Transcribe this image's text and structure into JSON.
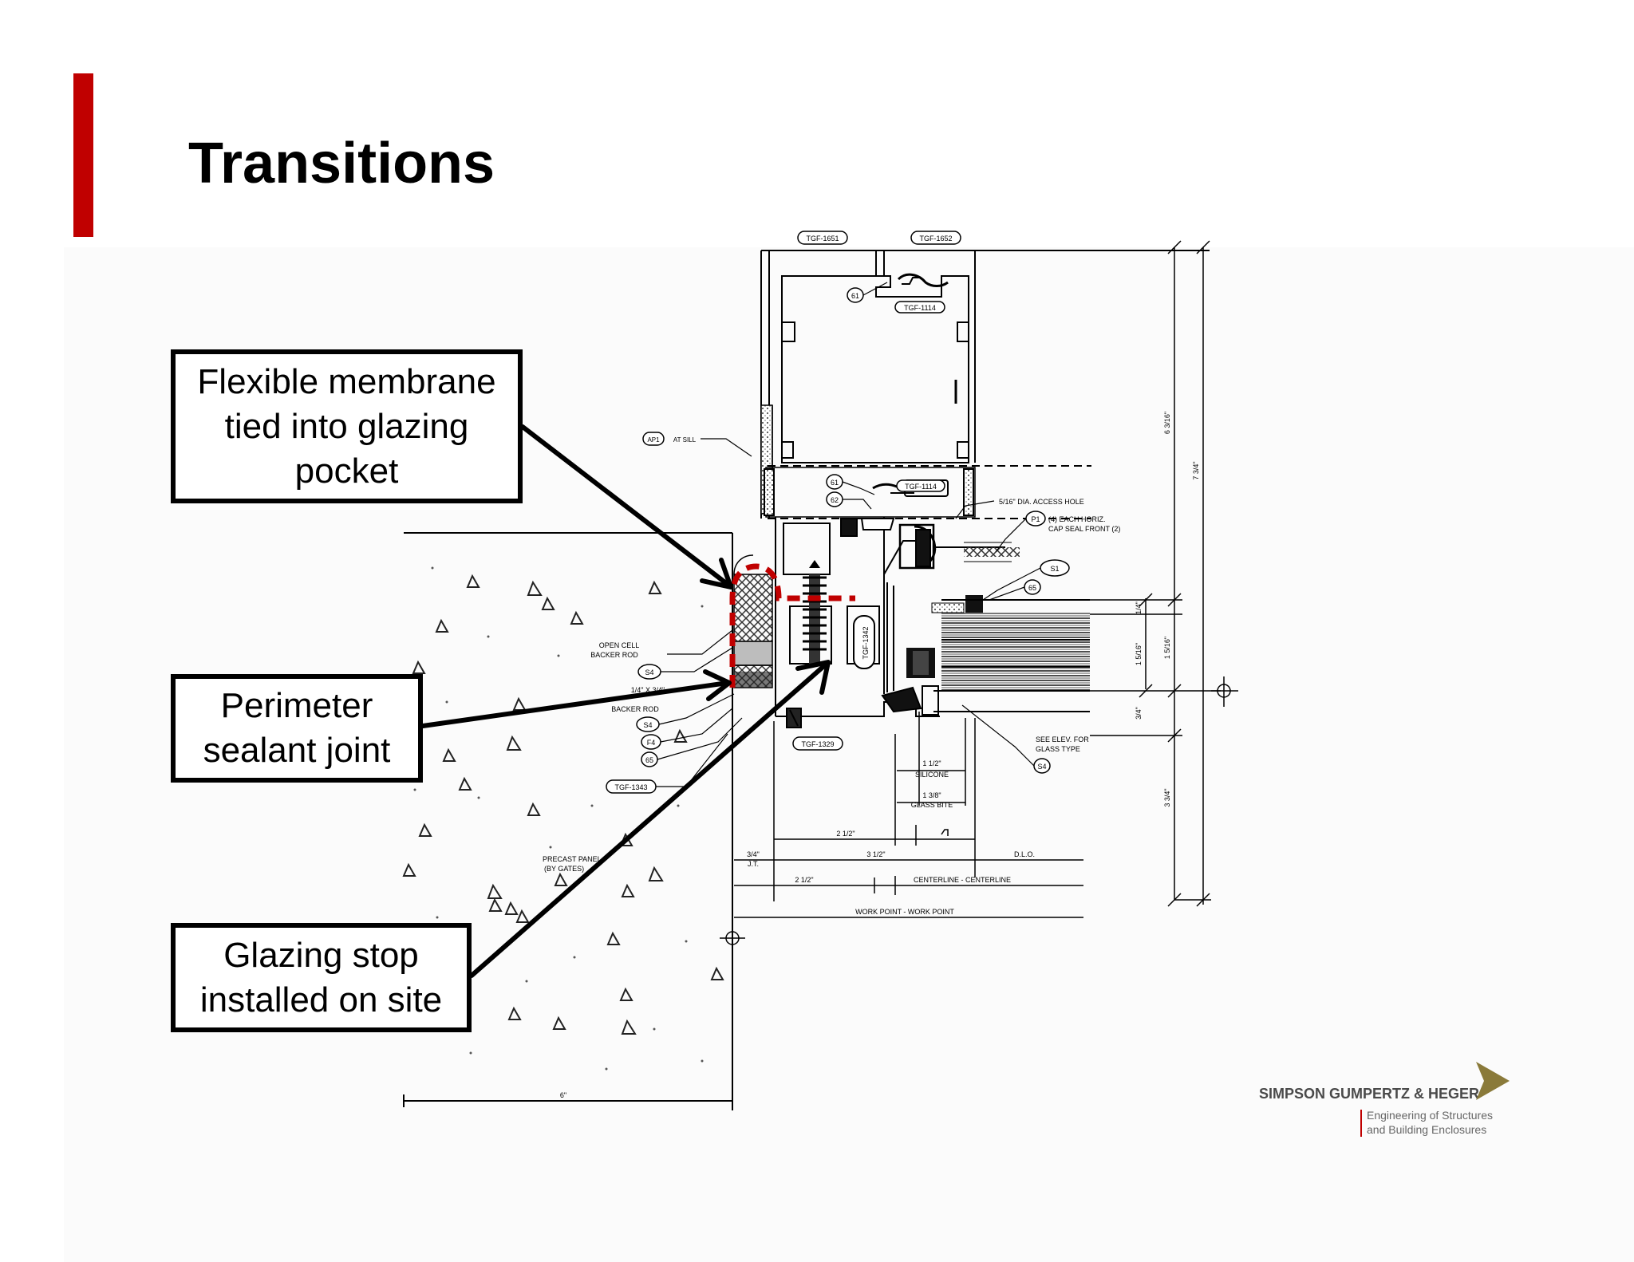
{
  "slide": {
    "title": "Transitions",
    "colors": {
      "accent": "#c00000",
      "highlight_dash": "#c00000",
      "text": "#000000"
    }
  },
  "callouts": {
    "flexible_membrane": [
      "Flexible membrane",
      "tied into glazing",
      "pocket"
    ],
    "perimeter_sealant": [
      "Perimeter",
      "sealant joint"
    ],
    "glazing_stop": [
      "Glazing stop",
      "installed on site"
    ]
  },
  "drawing": {
    "tags": {
      "tgf_1": "TGF-1651",
      "tgf_2": "TGF-1652",
      "tgf_3": "TGF-1114",
      "tgf_4": "TGF-1114",
      "tgf_5": "TGF-1329",
      "tgf_6": "TGF-1343",
      "tgf_vertical": "TGF-1342",
      "ap_at_sill": "AT SILL",
      "ap_tag": "AP1"
    },
    "notes": {
      "access_hole": "5/16\" DIA. ACCESS HOLE",
      "each_horiz": "(4) EACH HORIZ.",
      "cap_seal": "CAP SEAL FRONT (2)",
      "open_cell_1": "OPEN CELL",
      "open_cell_2": "BACKER ROD",
      "quarter": "1/4\" X 3/4\"",
      "backer_rod": "BACKER ROD",
      "see_elev_1": "SEE ELEV. FOR",
      "see_elev_2": "GLASS TYPE",
      "precast_1": "PRECAST PANEL",
      "precast_2": "(BY GATES)"
    },
    "bubbles": [
      "61",
      "61",
      "62",
      "P1",
      "S1",
      "65",
      "S4",
      "S4",
      "F4",
      "65",
      "S4"
    ],
    "dimensions": {
      "silicone_1": "1 1/2\"",
      "silicone_2": "SILICONE",
      "glass_bite_1": "1 3/8\"",
      "glass_bite_2": "GLASS BITE",
      "two_half": "2 1/2\"",
      "three_half": "3 1/2\"",
      "three_quarter_jt_1": "3/4\"",
      "three_quarter_jt_2": "J.T.",
      "dlo": "D.L.O.",
      "two_half_b": "2 1/2\"",
      "centerline": "CENTERLINE - CENTERLINE",
      "work_point": "WORK POINT - WORK POINT",
      "six": "6\"",
      "v_6_3_16": "6 3/16\"",
      "v_7_3_4": "7 3/4\"",
      "v_1_4": "1/4\"",
      "v_1_5_16": "1 5/16\"",
      "v_1_5_16b": "1 5/16\"",
      "v_3_4": "3/4\"",
      "v_3_3_4": "3 3/4\""
    }
  },
  "logo": {
    "name": "SIMPSON GUMPERTZ & HEGER",
    "tagline": [
      "Engineering of Structures",
      "and Building Enclosures"
    ],
    "colors": {
      "mark": "#8a7a3a",
      "rule": "#c00000",
      "text": "#666666"
    }
  }
}
